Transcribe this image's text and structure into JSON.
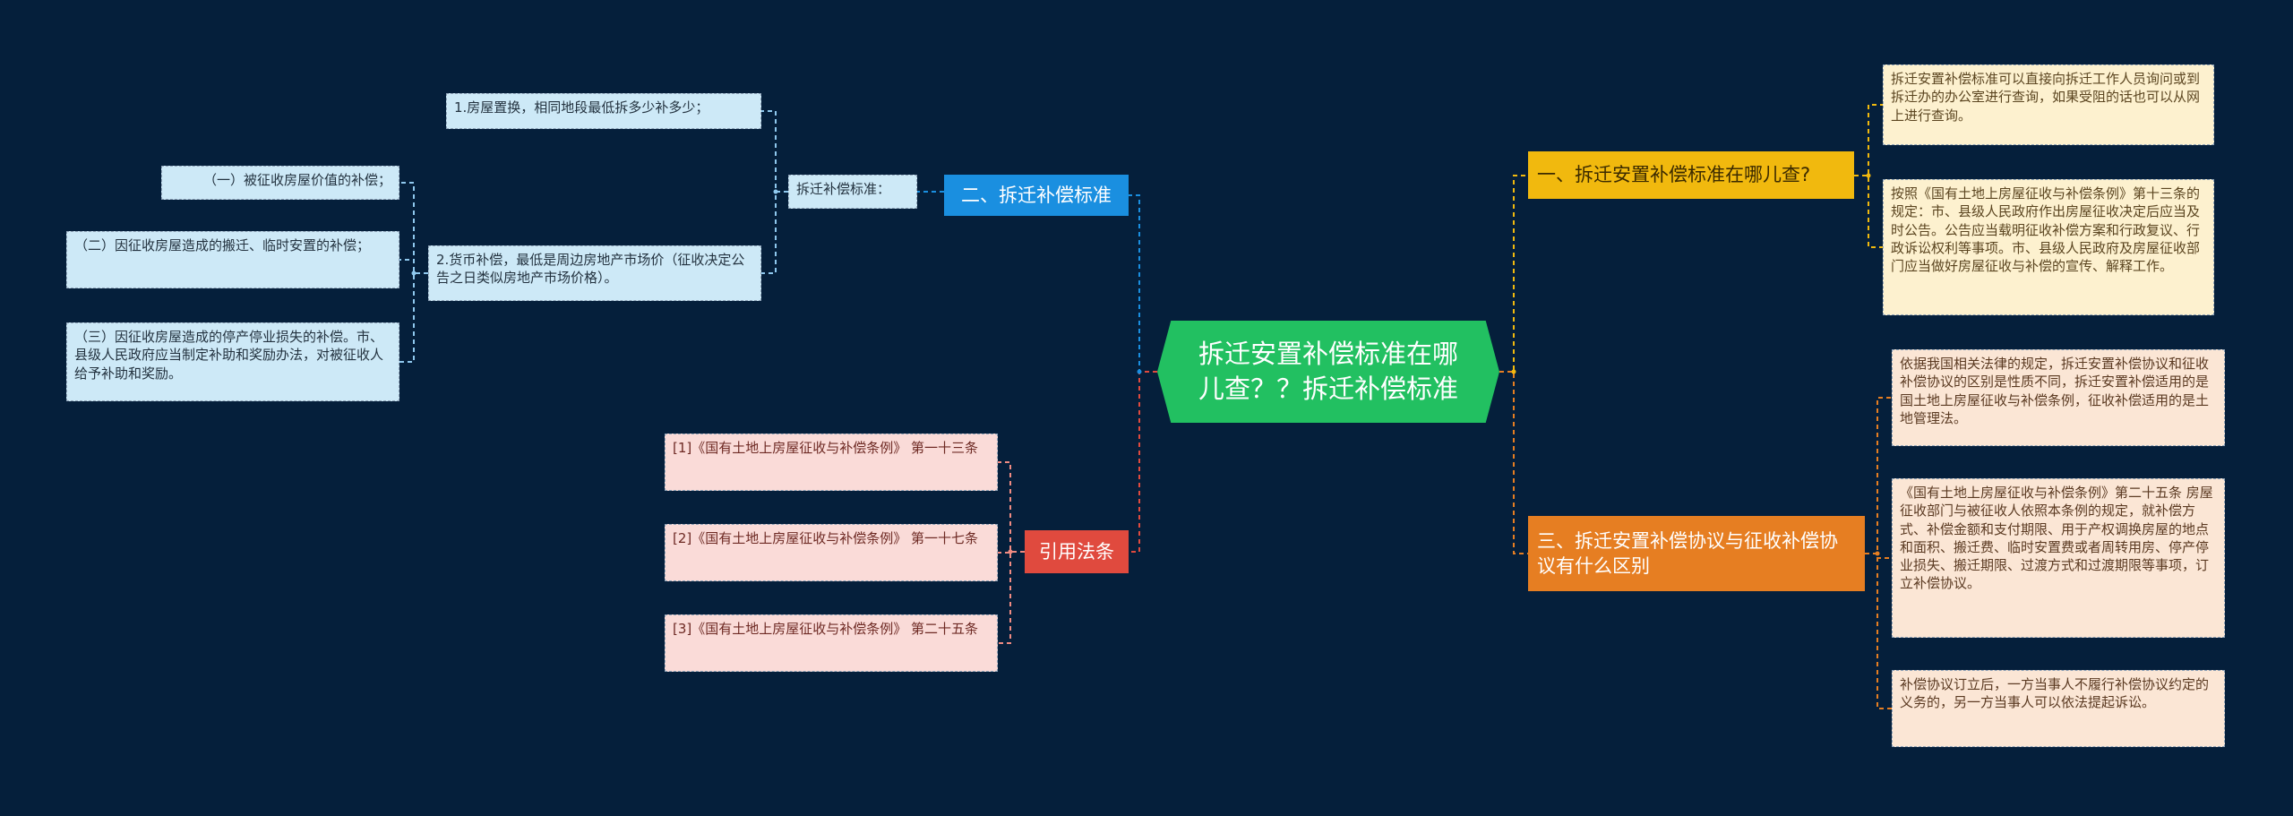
{
  "center": {
    "title": "拆迁安置补偿标准在哪儿查？？拆迁补偿标准"
  },
  "branches": {
    "standard": "二、拆迁补偿标准",
    "law": "引用法条",
    "where": "一、拆迁安置补偿标准在哪儿查?",
    "diff": "三、拆迁安置补偿协议与征收补偿协议有什么区别"
  },
  "standard_sub": {
    "label": "拆迁补偿标准：",
    "item1": "1.房屋置换，相同地段最低拆多少补多少；",
    "item2": "2.货币补偿，最低是周边房地产市场价（征收决定公告之日类似房地产市场价格）。",
    "item2_children": [
      "（一）被征收房屋价值的补偿；",
      "（二）因征收房屋造成的搬迁、临时安置的补偿；",
      "（三）因征收房屋造成的停产停业损失的补偿。市、县级人民政府应当制定补助和奖励办法，对被征收人给予补助和奖励。"
    ]
  },
  "law_items": [
    "[1]《国有土地上房屋征收与补偿条例》 第一十三条",
    "[2]《国有土地上房屋征收与补偿条例》 第一十七条",
    "[3]《国有土地上房屋征收与补偿条例》 第二十五条"
  ],
  "where_items": [
    "拆迁安置补偿标准可以直接向拆迁工作人员询问或到拆迁办的办公室进行查询，如果受阻的话也可以从网上进行查询。",
    "按照《国有土地上房屋征收与补偿条例》第十三条的规定：市、县级人民政府作出房屋征收决定后应当及时公告。公告应当载明征收补偿方案和行政复议、行政诉讼权利等事项。市、县级人民政府及房屋征收部门应当做好房屋征收与补偿的宣传、解释工作。"
  ],
  "diff_items": [
    "依据我国相关法律的规定，拆迁安置补偿协议和征收补偿协议的区别是性质不同，拆迁安置补偿适用的是国土地上房屋征收与补偿条例，征收补偿适用的是土地管理法。",
    "《国有土地上房屋征收与补偿条例》第二十五条 房屋征收部门与被征收人依照本条例的规定，就补偿方式、补偿金额和支付期限、用于产权调换房屋的地点和面积、搬迁费、临时安置费或者周转用房、停产停业损失、搬迁期限、过渡方式和过渡期限等事项，订立补偿协议。",
    "补偿协议订立后，一方当事人不履行补偿协议约定的义务的，另一方当事人可以依法提起诉讼。"
  ],
  "colors": {
    "background": "#051f3b",
    "center": "#22c061",
    "blue": "#1a8fe0",
    "red": "#e04a3e",
    "yellow": "#f1b90e",
    "orange": "#e67e22"
  }
}
